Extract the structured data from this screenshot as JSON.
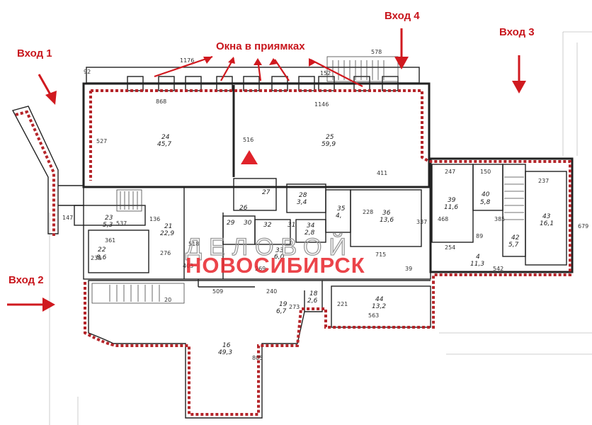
{
  "labels": {
    "entrance_1": "Вход 1",
    "entrance_2": "Вход 2",
    "entrance_3": "Вход 3",
    "entrance_4": "Вход 4",
    "pit_windows": "Окна в приямках"
  },
  "watermark": {
    "line1": "ДЕЛОВОЙ",
    "line2": "НОВОСИБИРСК"
  },
  "rooms": [
    {
      "id": "r24",
      "num": "24",
      "area": "45,7"
    },
    {
      "id": "r25",
      "num": "25",
      "area": "59,9"
    },
    {
      "id": "r23",
      "num": "23",
      "area": "5,3"
    },
    {
      "id": "r22",
      "num": "22",
      "area": "8,6"
    },
    {
      "id": "r21",
      "num": "21",
      "area": "22,9"
    },
    {
      "id": "r39",
      "num": "39",
      "area": "11,6"
    },
    {
      "id": "r40",
      "num": "40",
      "area": "5,8"
    },
    {
      "id": "r43",
      "num": "43",
      "area": "16,1"
    },
    {
      "id": "r42",
      "num": "42",
      "area": "5,7"
    },
    {
      "id": "r4",
      "num": "4",
      "area": "11,3"
    },
    {
      "id": "r36",
      "num": "36",
      "area": "13,6"
    },
    {
      "id": "r35",
      "num": "35",
      "area": "4,"
    },
    {
      "id": "r34",
      "num": "34",
      "area": "2,8"
    },
    {
      "id": "r33",
      "num": "33",
      "area": "6,0"
    },
    {
      "id": "r28",
      "num": "28",
      "area": "3,4"
    },
    {
      "id": "r44",
      "num": "44",
      "area": "13,2"
    },
    {
      "id": "r19",
      "num": "19",
      "area": "6,7"
    },
    {
      "id": "r18",
      "num": "18",
      "area": "2,6"
    },
    {
      "id": "r16",
      "num": "16",
      "area": "49,3"
    }
  ],
  "small_labels": [
    "27",
    "26",
    "29",
    "30",
    "32",
    "31"
  ],
  "dimensions": [
    "1176",
    "578",
    "92",
    "152",
    "868",
    "1146",
    "527",
    "516",
    "411",
    "247",
    "150",
    "237",
    "468",
    "385",
    "679",
    "89",
    "254",
    "542",
    "537",
    "147",
    "136",
    "361",
    "276",
    "239",
    "518",
    "403",
    "509",
    "240",
    "269",
    "273",
    "221",
    "563",
    "805",
    "20",
    "337",
    "228",
    "39",
    "715"
  ],
  "colors": {
    "accent_red": "#c8161d",
    "dotted_boundary": "#b5252a",
    "wall": "#222222"
  }
}
